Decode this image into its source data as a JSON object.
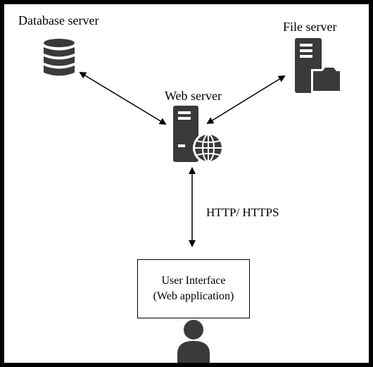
{
  "labels": {
    "database_server": "Database server",
    "file_server": "File server",
    "web_server": "Web server",
    "protocol": "HTTP/ HTTPS",
    "ui_line1": "User Interface",
    "ui_line2": "(Web application)"
  },
  "icons": {
    "database": "database-icon",
    "file_server": "file-server-icon",
    "web_server": "web-server-icon",
    "user": "user-icon"
  },
  "colors": {
    "icon": "#3a3a3a",
    "line": "#000000",
    "border": "#000000"
  }
}
